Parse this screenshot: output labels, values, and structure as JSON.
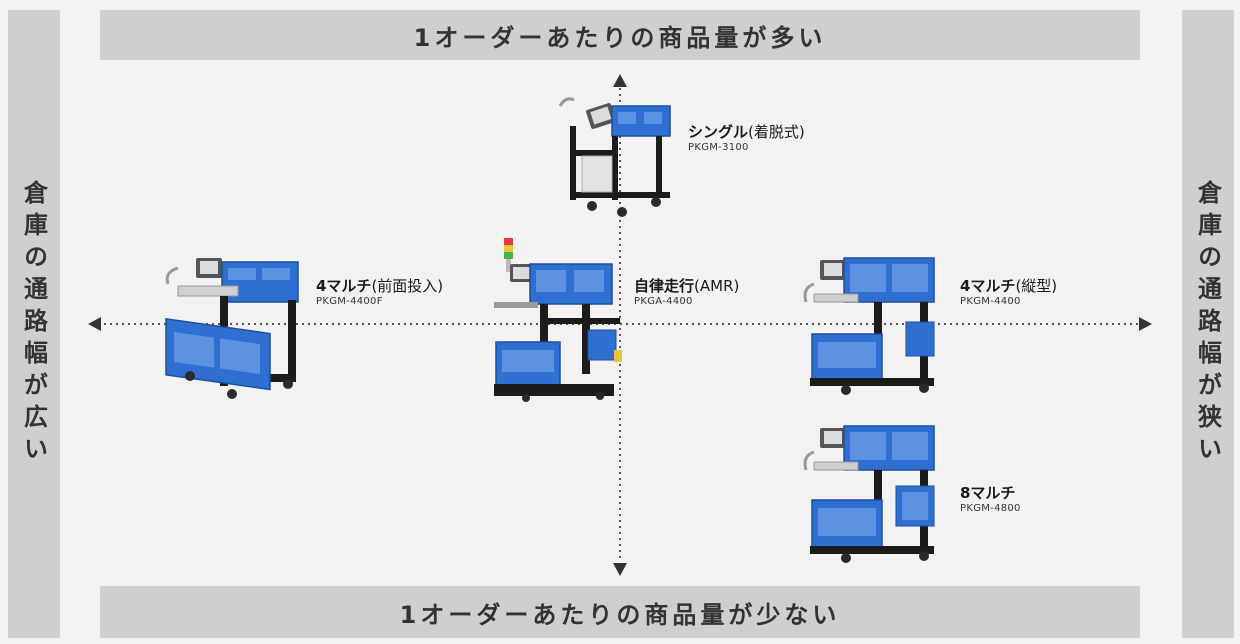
{
  "axes": {
    "top_label": "1オーダーあたりの商品量が多い",
    "bottom_label": "1オーダーあたりの商品量が少ない",
    "left_label": "倉庫の通路幅が広い",
    "right_label": "倉庫の通路幅が狭い"
  },
  "products": [
    {
      "name": "シングル",
      "sub": "(着脱式)",
      "model": "PKGM-3100"
    },
    {
      "name": "4マルチ",
      "sub": "(前面投入)",
      "model": "PKGM-4400F"
    },
    {
      "name": "自律走行",
      "sub": "(AMR)",
      "model": "PKGA-4400"
    },
    {
      "name": "4マルチ",
      "sub": "(縦型)",
      "model": "PKGM-4400"
    },
    {
      "name": "8マルチ",
      "sub": "",
      "model": "PKGM-4800"
    }
  ],
  "colors": {
    "bin_blue": "#2f6fd1",
    "frame_black": "#1c1c1c",
    "band_gray": "#cfcfcf",
    "background": "#f2f2f2"
  }
}
